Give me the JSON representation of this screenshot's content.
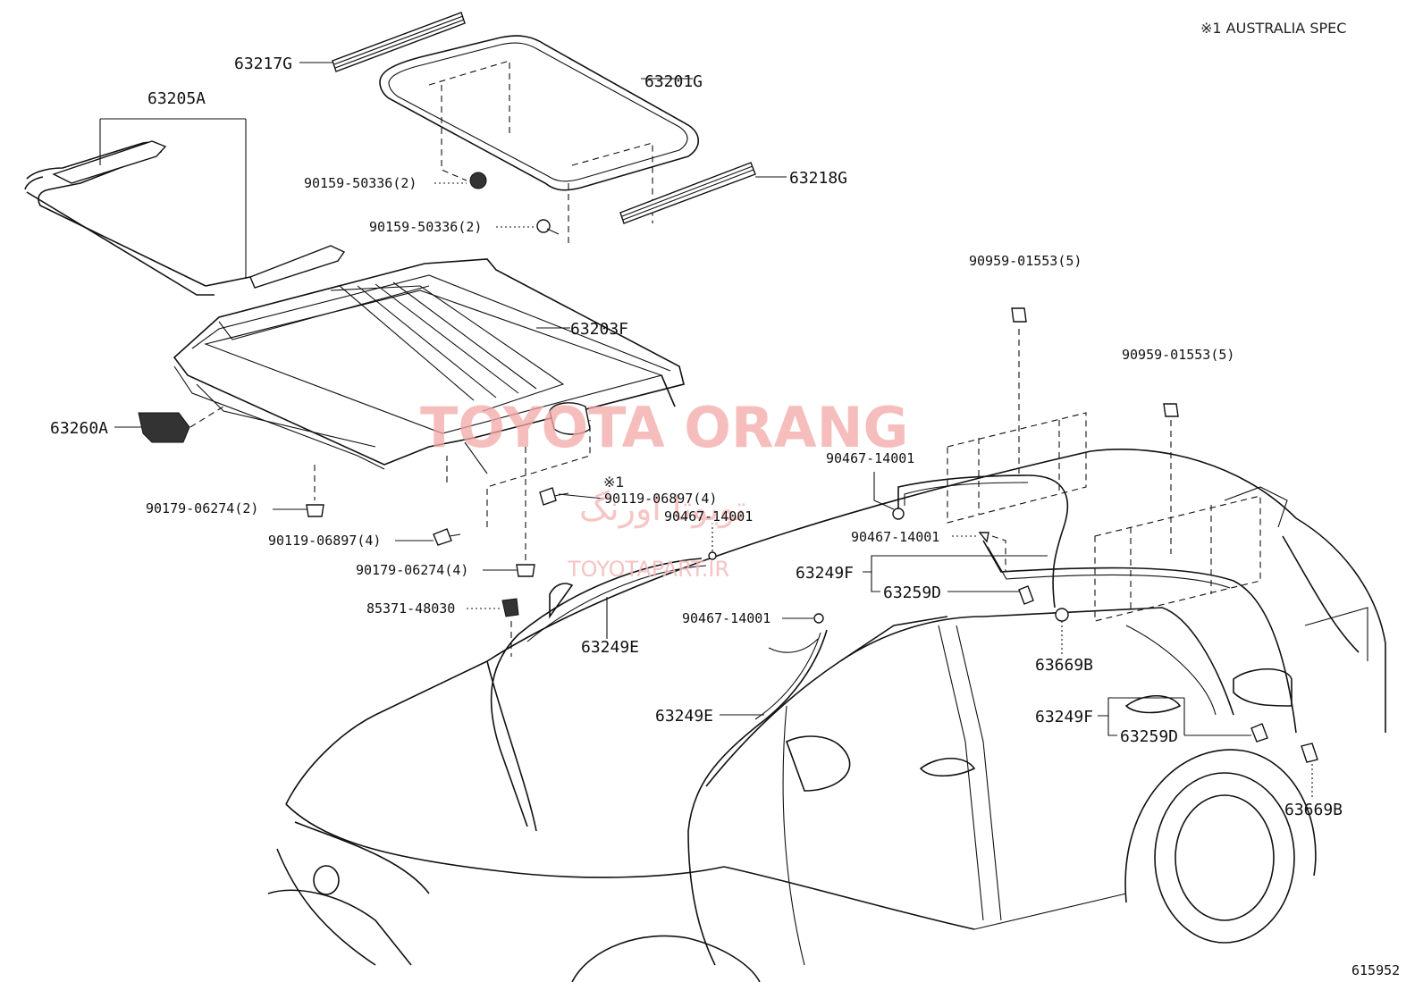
{
  "note": "※1 AUSTRALIA SPEC",
  "diagram_id": "615952",
  "watermark": {
    "brand": "TOYOTA ORANG",
    "farsi": "تویوتا اورنگ",
    "url": "TOYOTAPART.IR"
  },
  "callout_mark": "※1",
  "parts": {
    "p63217G": "63217G",
    "p63201G": "63201G",
    "p63205A": "63205A",
    "p63218G": "63218G",
    "p63203F": "63203F",
    "p63260A": "63260A",
    "b90159_1": "90159-50336(2)",
    "b90159_2": "90159-50336(2)",
    "b90179_1": "90179-06274(2)",
    "b90119_1": "90119-06897(4)",
    "b90119_2": "90119-06897(4)",
    "b90179_2": "90179-06274(4)",
    "c85371": "85371-48030",
    "h63249E_1": "63249E",
    "h63249E_2": "63249E",
    "c90959_1": "90959-01553(5)",
    "c90959_2": "90959-01553(5)",
    "c90467_1": "90467-14001",
    "c90467_2": "90467-14001",
    "c90467_3": "90467-14001",
    "c90467_4": "90467-14001",
    "h63249F_1": "63249F",
    "h63259D_1": "63259D",
    "h63249F_2": "63249F",
    "h63259D_2": "63259D",
    "p63669B_1": "63669B",
    "p63669B_2": "63669B"
  }
}
